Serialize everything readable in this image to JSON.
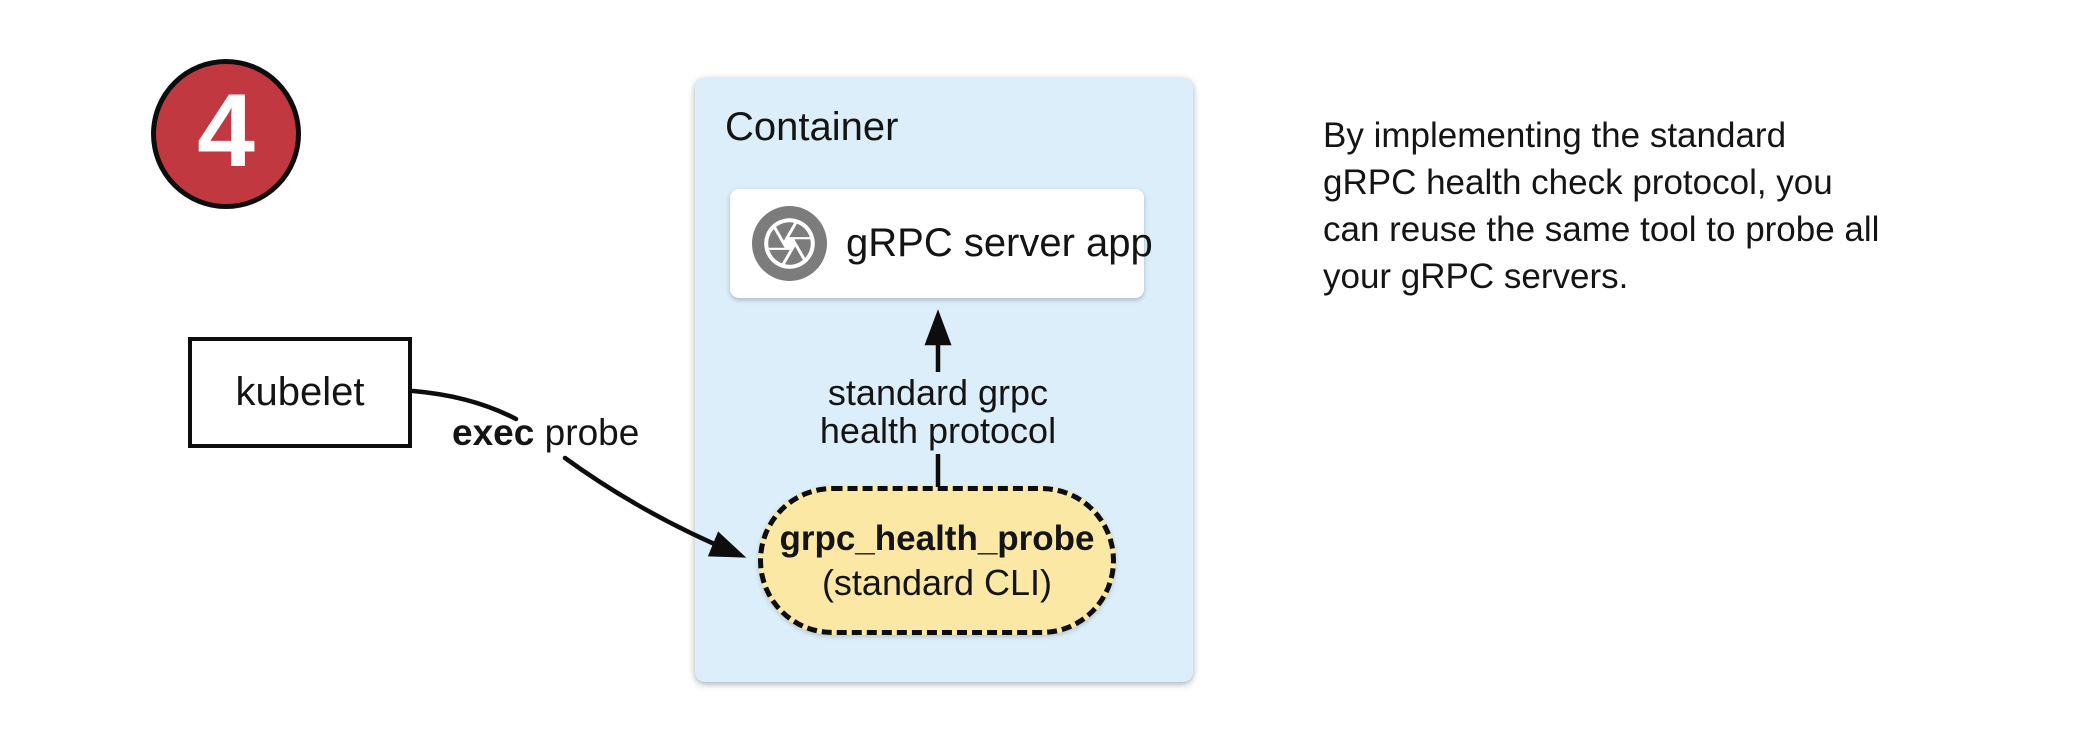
{
  "step_badge": {
    "number": "4"
  },
  "kubelet_box": {
    "label": "kubelet"
  },
  "exec_edge": {
    "label_bold": "exec",
    "label_regular": "probe"
  },
  "container_box": {
    "title": "Container"
  },
  "server_box": {
    "label": "gRPC server app",
    "icon": "aperture-icon"
  },
  "health_edge": {
    "label_line1": "standard grpc",
    "label_line2": "health protocol"
  },
  "probe_pill": {
    "title": "grpc_health_probe",
    "subtitle": "(standard CLI)"
  },
  "note": {
    "lines": [
      "By implementing the standard",
      "gRPC health check protocol, you",
      "can reuse the same tool to probe all",
      "your gRPC servers."
    ]
  },
  "colors": {
    "badge_red": "#c13841",
    "container_blue": "#dceefa",
    "pill_yellow": "#fce8a5",
    "icon_gray": "#7c7c7c"
  }
}
